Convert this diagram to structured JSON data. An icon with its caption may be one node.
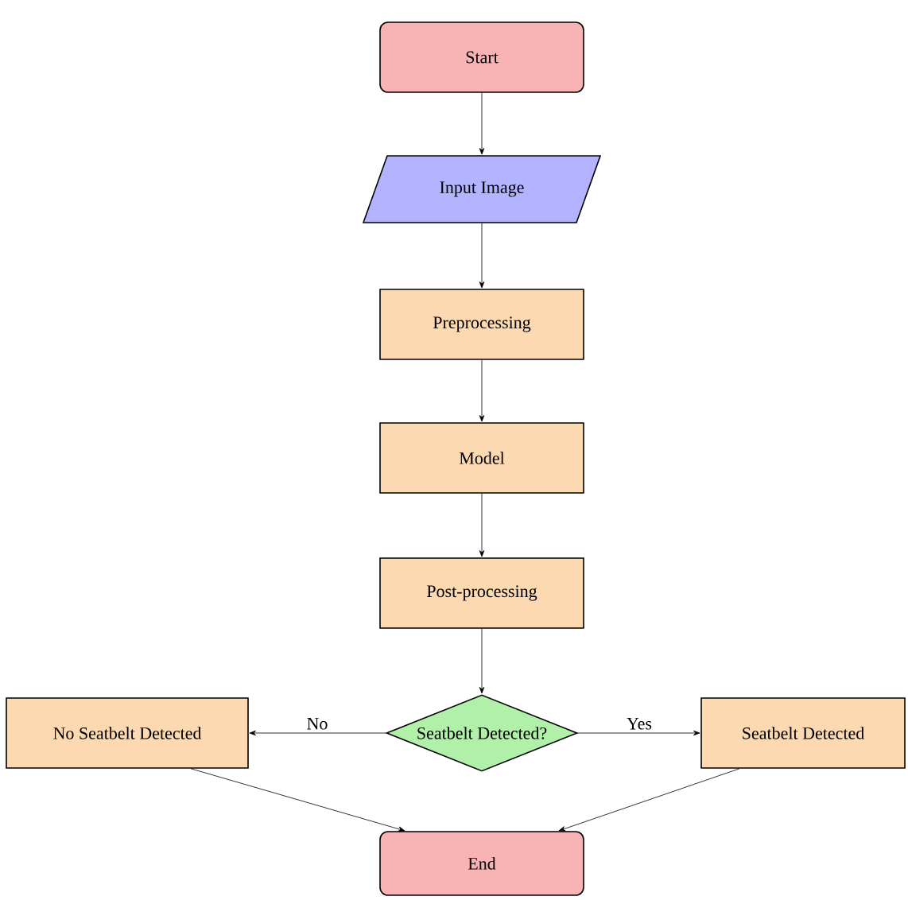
{
  "diagram": {
    "nodes": [
      {
        "text": [
          "Start"
        ]
      },
      {
        "text": [
          "Input Image"
        ]
      },
      {
        "text": [
          "Preprocessing"
        ]
      },
      {
        "text": [
          "Model"
        ]
      },
      {
        "text": [
          "Post-processing"
        ]
      },
      {
        "text": [
          "Seatbelt Detected?"
        ]
      },
      {
        "text": [
          "No Seatbelt Detected"
        ]
      },
      {
        "text": [
          "Seatbelt Detected"
        ]
      },
      {
        "text": [
          "End"
        ]
      }
    ],
    "edges": [
      {
        "from": 0,
        "to": 1,
        "arrow": "to"
      },
      {
        "from": 1,
        "to": 2,
        "arrow": "to"
      },
      {
        "from": 2,
        "to": 3,
        "arrow": "to"
      },
      {
        "from": 3,
        "to": 4,
        "arrow": "to"
      },
      {
        "from": 4,
        "to": 5,
        "arrow": "to"
      },
      {
        "from": 5,
        "to": 6,
        "label": "No",
        "arrow": "to"
      },
      {
        "from": 5,
        "to": 7,
        "label": "Yes",
        "arrow": "to"
      },
      {
        "from": 6,
        "to": 8,
        "arrow": "to"
      },
      {
        "from": 7,
        "to": 8,
        "arrow": "to"
      }
    ]
  }
}
